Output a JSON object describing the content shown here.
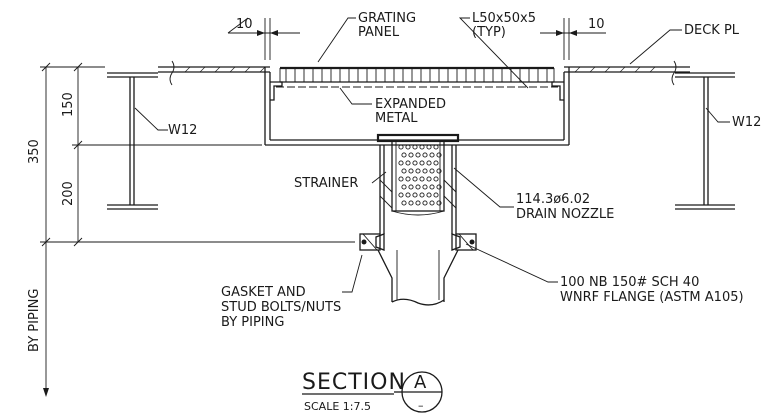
{
  "labels": {
    "grating_panel_1": "GRATING",
    "grating_panel_2": "PANEL",
    "angle_1": "L50x50x5",
    "angle_2": "(TYP)",
    "deck_pl": "DECK PL",
    "expanded_1": "EXPANDED",
    "expanded_2": "METAL",
    "w12_left": "W12",
    "w12_right": "W12",
    "strainer": "STRAINER",
    "nozzle_1": "114.3ø6.02",
    "nozzle_2": "DRAIN NOZZLE",
    "gasket_1": "GASKET AND",
    "gasket_2": "STUD BOLTS/NUTS",
    "gasket_3": "BY PIPING",
    "flange_1": "100 NB 150# SCH 40",
    "flange_2": "WNRF FLANGE (ASTM A105)"
  },
  "dimensions": {
    "gap_left": "10",
    "gap_right": "10",
    "upper": "150",
    "lower": "200",
    "total": "350",
    "by_piping": "BY PIPING"
  },
  "title": {
    "section": "SECTION",
    "scale": "SCALE 1:7.5",
    "mark_letter": "A",
    "mark_sheet": "–"
  }
}
